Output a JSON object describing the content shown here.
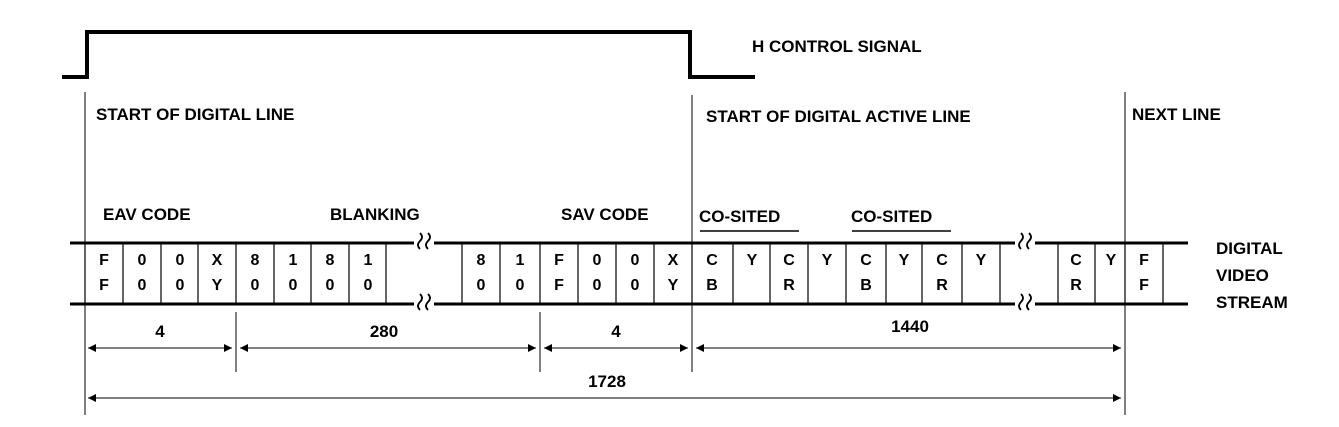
{
  "labels": {
    "h_control_signal": "H CONTROL SIGNAL",
    "start_of_digital_line": "START OF DIGITAL LINE",
    "start_of_digital_active_line": "START OF DIGITAL ACTIVE LINE",
    "next_line": "NEXT LINE",
    "eav_code": "EAV CODE",
    "blanking": "BLANKING",
    "sav_code": "SAV CODE",
    "co_sited_1": "CO-SITED",
    "co_sited_2": "CO-SITED",
    "stream_line1": "DIGITAL",
    "stream_line2": "VIDEO",
    "stream_line3": "STREAM"
  },
  "stream_cells": [
    [
      "F",
      "F"
    ],
    [
      "0",
      "0"
    ],
    [
      "0",
      "0"
    ],
    [
      "X",
      "Y"
    ],
    [
      "8",
      "0"
    ],
    [
      "1",
      "0"
    ],
    [
      "8",
      "0"
    ],
    [
      "1",
      "0"
    ],
    [
      "8",
      "0"
    ],
    [
      "1",
      "0"
    ],
    [
      "F",
      "F"
    ],
    [
      "0",
      "0"
    ],
    [
      "0",
      "0"
    ],
    [
      "X",
      "Y"
    ],
    [
      "C",
      "B"
    ],
    [
      "Y",
      ""
    ],
    [
      "C",
      "R"
    ],
    [
      "Y",
      ""
    ],
    [
      "C",
      "B"
    ],
    [
      "Y",
      ""
    ],
    [
      "C",
      "R"
    ],
    [
      "Y",
      ""
    ],
    [
      "C",
      "R"
    ],
    [
      "Y",
      ""
    ],
    [
      "F",
      "F"
    ]
  ],
  "counts": {
    "eav": "4",
    "blanking": "280",
    "sav": "4",
    "active": "1440",
    "total": "1728"
  }
}
